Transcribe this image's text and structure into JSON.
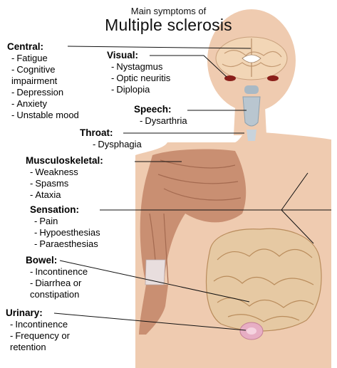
{
  "header": {
    "supertitle": "Main symptoms of",
    "title": "Multiple sclerosis"
  },
  "groups": [
    {
      "key": "central",
      "heading": "Central:",
      "items": [
        "Fatigue",
        "Cognitive impairment",
        "Depression",
        "Anxiety",
        "Unstable mood"
      ]
    },
    {
      "key": "visual",
      "heading": "Visual:",
      "items": [
        "Nystagmus",
        "Optic neuritis",
        "Diplopia"
      ]
    },
    {
      "key": "speech",
      "heading": "Speech:",
      "items": [
        "Dysarthria"
      ]
    },
    {
      "key": "throat",
      "heading": "Throat:",
      "items": [
        "Dysphagia"
      ]
    },
    {
      "key": "musculoskeletal",
      "heading": "Musculoskeletal:",
      "items": [
        "Weakness",
        "Spasms",
        "Ataxia"
      ]
    },
    {
      "key": "sensation",
      "heading": "Sensation:",
      "items": [
        "Pain",
        "Hypoesthesias",
        "Paraesthesias"
      ]
    },
    {
      "key": "bowel",
      "heading": "Bowel:",
      "items": [
        "Incontinence",
        "Diarrhea or constipation"
      ]
    },
    {
      "key": "urinary",
      "heading": "Urinary:",
      "items": [
        "Incontinence",
        "Frequency or retention"
      ]
    }
  ],
  "colors": {
    "skin": "#efcbb0",
    "muscle": "#c98f72",
    "intestine": "#e6c9a3",
    "brain": "#f2d6b6",
    "leader_line": "#111111"
  }
}
